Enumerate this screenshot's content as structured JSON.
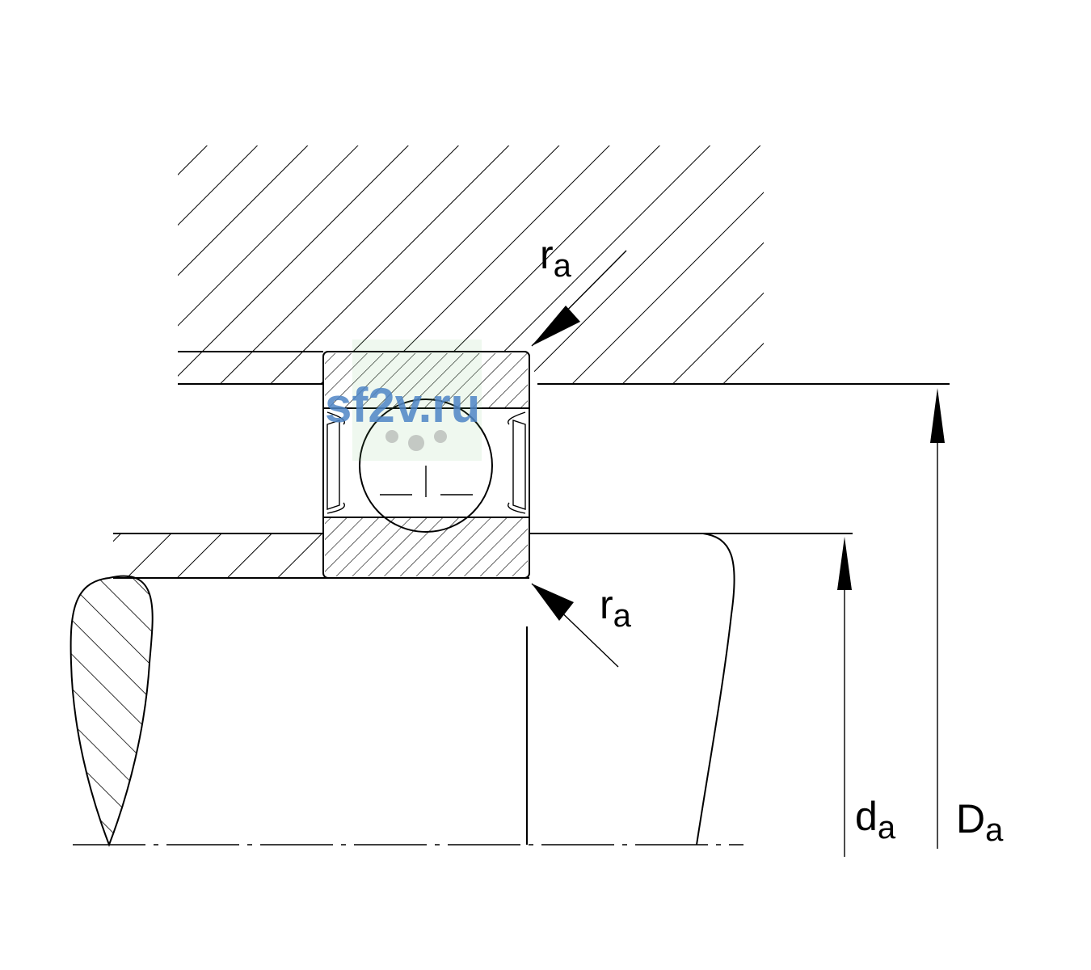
{
  "labels": {
    "ra_top": {
      "main": "r",
      "sub": "a"
    },
    "ra_bottom": {
      "main": "r",
      "sub": "a"
    },
    "da": {
      "main": "d",
      "sub": "a"
    },
    "Da": {
      "main": "D",
      "sub": "a"
    }
  },
  "watermark": {
    "text": "sf2v.ru"
  },
  "colors": {
    "line": "#000000",
    "watermark": "#4f86c6",
    "watermark_logo": "#7cc47c"
  }
}
